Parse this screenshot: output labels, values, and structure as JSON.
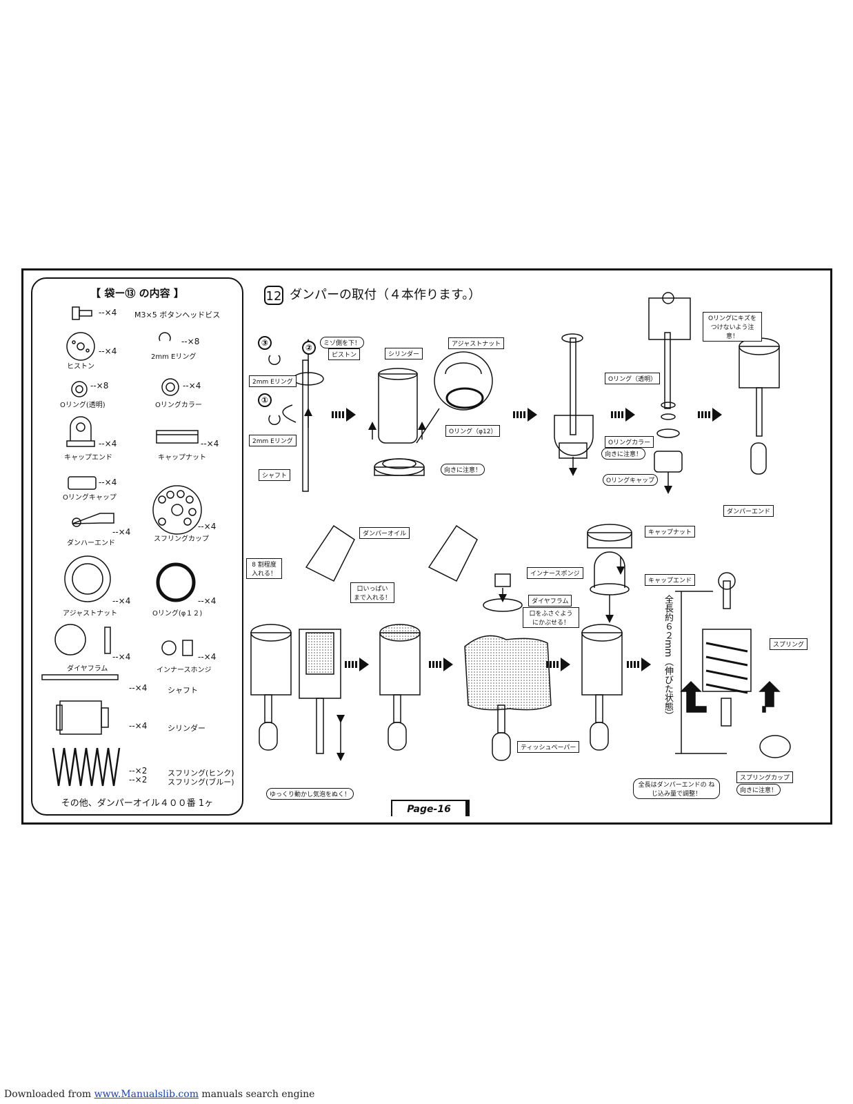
{
  "step": {
    "number": "12",
    "title": "ダンパーの取付（４本作ります。）"
  },
  "parts_box": {
    "title": "【 袋ー⑬ の内容 】",
    "items": [
      {
        "label": "M3×5 ボタンヘッドビス",
        "qty": "--×4"
      },
      {
        "label": "ヒストン",
        "qty": "--×4"
      },
      {
        "label": "2mm Eリング",
        "qty": "--×8"
      },
      {
        "label": "Oリング(透明)",
        "qty": "--×8"
      },
      {
        "label": "Oリングカラー",
        "qty": "--×4"
      },
      {
        "label": "キャップエンド",
        "qty": "--×4"
      },
      {
        "label": "キャップナット",
        "qty": "--×4"
      },
      {
        "label": "Oリングキャップ",
        "qty": "--×4"
      },
      {
        "label": "ダンハーエンド",
        "qty": "--×4"
      },
      {
        "label": "スフリングカップ",
        "qty": "--×4"
      },
      {
        "label": "アジャストナット",
        "qty": "--×4"
      },
      {
        "label": "Oリング(φ１２)",
        "qty": "--×4"
      },
      {
        "label": "ダイヤフラム",
        "qty": "--×4"
      },
      {
        "label": "インナースホンジ",
        "qty": "--×4"
      },
      {
        "label": "シャフト",
        "qty": "--×4"
      },
      {
        "label": "シリンダー",
        "qty": "--×4"
      },
      {
        "label": "スフリング(ヒンク)",
        "qty": "--×2"
      },
      {
        "label": "スフリング(ブルー)",
        "qty": "--×2"
      }
    ],
    "footer": "その他、ダンパーオイル４００番 1ヶ"
  },
  "callouts": {
    "num1": "①",
    "num2": "②",
    "num3": "③",
    "mizo": "ミゾ側を下！",
    "piston": "ピストン",
    "ering_a": "2mm Eリング",
    "ering_b": "2mm Eリング",
    "shaft": "シャフト",
    "cylinder": "シリンダー",
    "adjust_nut": "アジャストナット",
    "oring12": "Oリング（φ12）",
    "direction1": "向きに注意！",
    "oring_note": "Oリングにキズを つけないよう注意！",
    "oring_clear": "Oリング（透明）",
    "oring_collar": "Oリングカラー",
    "direction2": "向きに注意！",
    "oring_cap": "Oリングキャップ",
    "damper_end": "ダンパーエンド",
    "damper_oil": "ダンパーオイル",
    "fill80": "8 割程度 入れる！",
    "fill_full": "口いっぱい まで入れる！",
    "inner_sponge": "インナースポンジ",
    "diaphragm": "ダイヤフラム",
    "cover_mouth": "口をふさぐよう にかぶせる！",
    "tissue": "ティッシュペーパー",
    "cap_nut": "キャップナット",
    "cap_end": "キャップエンド",
    "spring": "スプリング",
    "length": "全長約６２mm（伸びた状態）",
    "adjust_length": "全長はダンパーエンドの ねじ込み量で調整！",
    "spring_cup": "スプリングカップ",
    "direction3": "向きに注意！",
    "bubbles": "ゆっくり動かし気泡をぬく！"
  },
  "page_label": "Page-16",
  "credit": {
    "prefix": "Downloaded from ",
    "link": "www.Manualslib.com",
    "suffix": " manuals search engine"
  }
}
